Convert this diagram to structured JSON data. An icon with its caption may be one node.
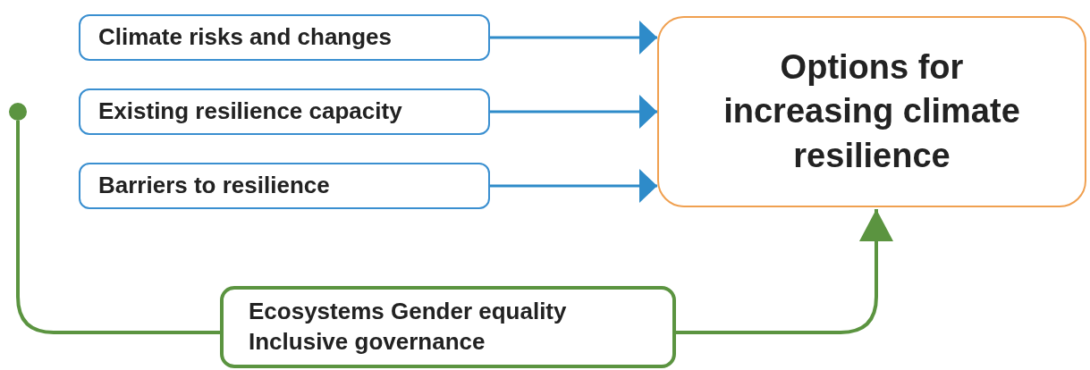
{
  "diagram": {
    "nodes": [
      {
        "text": [
          "Climate risks and changes"
        ]
      },
      {
        "text": [
          "Existing resilience capacity"
        ]
      },
      {
        "text": [
          "Barriers to resilience"
        ]
      },
      {
        "text": [
          "Options for increasing climate resilience"
        ]
      },
      {
        "text": [
          "Ecosystems Gender equality Inclusive governance"
        ]
      },
      {
        "text": [],
        "shape": "circle"
      }
    ],
    "edges": [
      {
        "from": 0,
        "to": 3,
        "arrow": "to"
      },
      {
        "from": 1,
        "to": 3,
        "arrow": "to"
      },
      {
        "from": 2,
        "to": 3,
        "arrow": "to"
      },
      {
        "from": 5,
        "to": 4,
        "arrow": "none",
        "color": "#5b9440"
      },
      {
        "from": 4,
        "to": 3,
        "arrow": "to",
        "color": "#5b9440"
      }
    ]
  }
}
